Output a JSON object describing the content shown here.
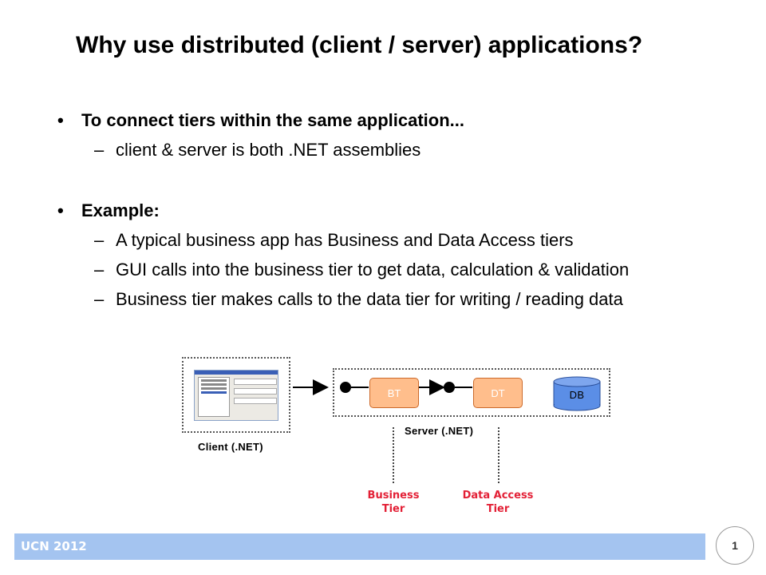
{
  "slide": {
    "title": "Why use distributed (client / server) applications?",
    "bullets": [
      {
        "text": "To connect tiers within the same application...",
        "subs": [
          "client & server is both .NET assemblies"
        ]
      },
      {
        "text": "Example:",
        "subs": [
          "A typical business app has Business and Data Access tiers",
          "GUI calls into the business tier to get data, calculation & validation",
          "Business tier makes calls to the data tier for writing / reading data"
        ]
      }
    ],
    "bullet_symbol": "•",
    "sub_symbol": "–"
  },
  "diagram": {
    "client_label": "Client (.NET)",
    "server_label": "Server (.NET)",
    "bt_label": "BT",
    "dt_label": "DT",
    "db_label": "DB",
    "business_tier_line1": "Business",
    "business_tier_line2": "Tier",
    "data_access_tier_line1": "Data Access",
    "data_access_tier_line2": "Tier",
    "colors": {
      "component_fill": "#ffbe8c",
      "db_fill": "#5b8ee6",
      "tier_label": "#e32036"
    }
  },
  "footer": {
    "label": "UCN 2012",
    "page_number": "1",
    "bar_color": "#a4c4f0"
  }
}
